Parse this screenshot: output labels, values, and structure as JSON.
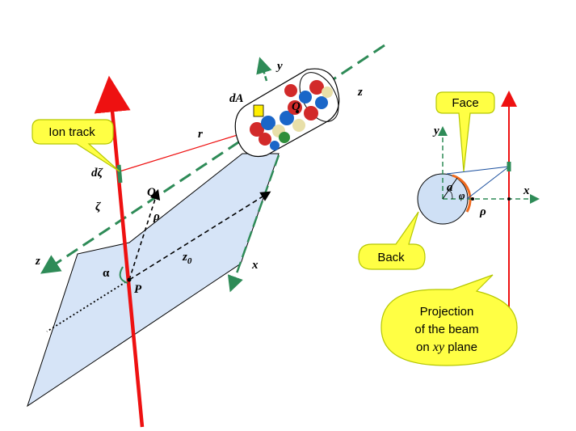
{
  "colors": {
    "plane_fill": "#d6e4f7",
    "axis_green": "#2e8b57",
    "beam_red": "#ee1111",
    "callout_fill": "#ffff44",
    "callout_stroke": "#b5c700",
    "arc_orange": "#f06a1e"
  },
  "left_figure": {
    "labels": {
      "y": "y",
      "z_top": "z",
      "dA": "dA",
      "O": "O",
      "r": "r",
      "d_zeta": "dζ",
      "zeta": "ζ",
      "Q": "Q",
      "rho": "ρ",
      "z0": "z",
      "z0_sub": "0",
      "z_left": "z",
      "alpha": "α",
      "P": "P",
      "x": "x"
    },
    "callout_ion_track": "Ion track"
  },
  "right_figure": {
    "labels": {
      "y": "y",
      "x": "x",
      "a": "a",
      "phi": "φ",
      "rho": "ρ"
    },
    "callout_face": "Face",
    "callout_back": "Back",
    "callout_projection": {
      "line1": "Projection",
      "line2": "of the beam",
      "line3_pre": "on ",
      "line3_italic": "xy",
      "line3_post": " plane"
    }
  }
}
